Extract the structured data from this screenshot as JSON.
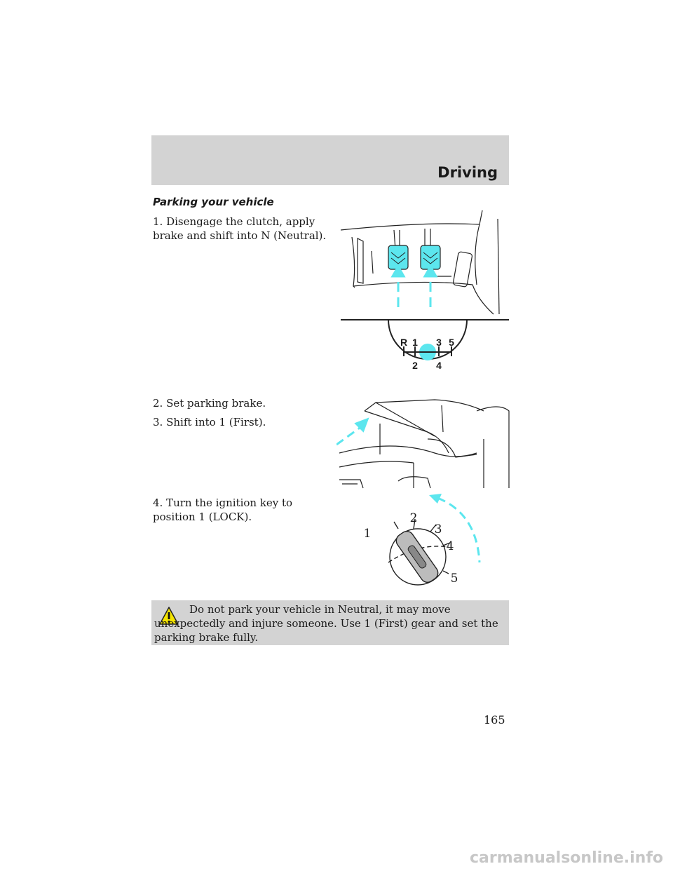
{
  "header": {
    "section_title": "Driving"
  },
  "content": {
    "subheading": "Parking your vehicle",
    "steps": [
      "1. Disengage the clutch, apply brake and shift into N (Neutral).",
      "2. Set parking brake.",
      "3. Shift into 1 (First).",
      "4. Turn the ignition key to position 1 (LOCK)."
    ]
  },
  "shift_pattern": {
    "top": [
      "R",
      "1",
      "3",
      "5"
    ],
    "bottom": [
      "2",
      "4"
    ]
  },
  "ignition": {
    "positions": [
      "1",
      "2",
      "3",
      "4",
      "5"
    ]
  },
  "warning": {
    "text": "Do not park your vehicle in Neutral, it may move unexpectedly and injure someone. Use 1 (First) gear and set the parking brake fully."
  },
  "footer": {
    "page_number": "165"
  },
  "watermark": {
    "text": "carmanualsonline.info"
  },
  "colors": {
    "accent": "#5ce6ee",
    "band": "#d3d3d3",
    "warning_yellow": "#f4e400"
  }
}
